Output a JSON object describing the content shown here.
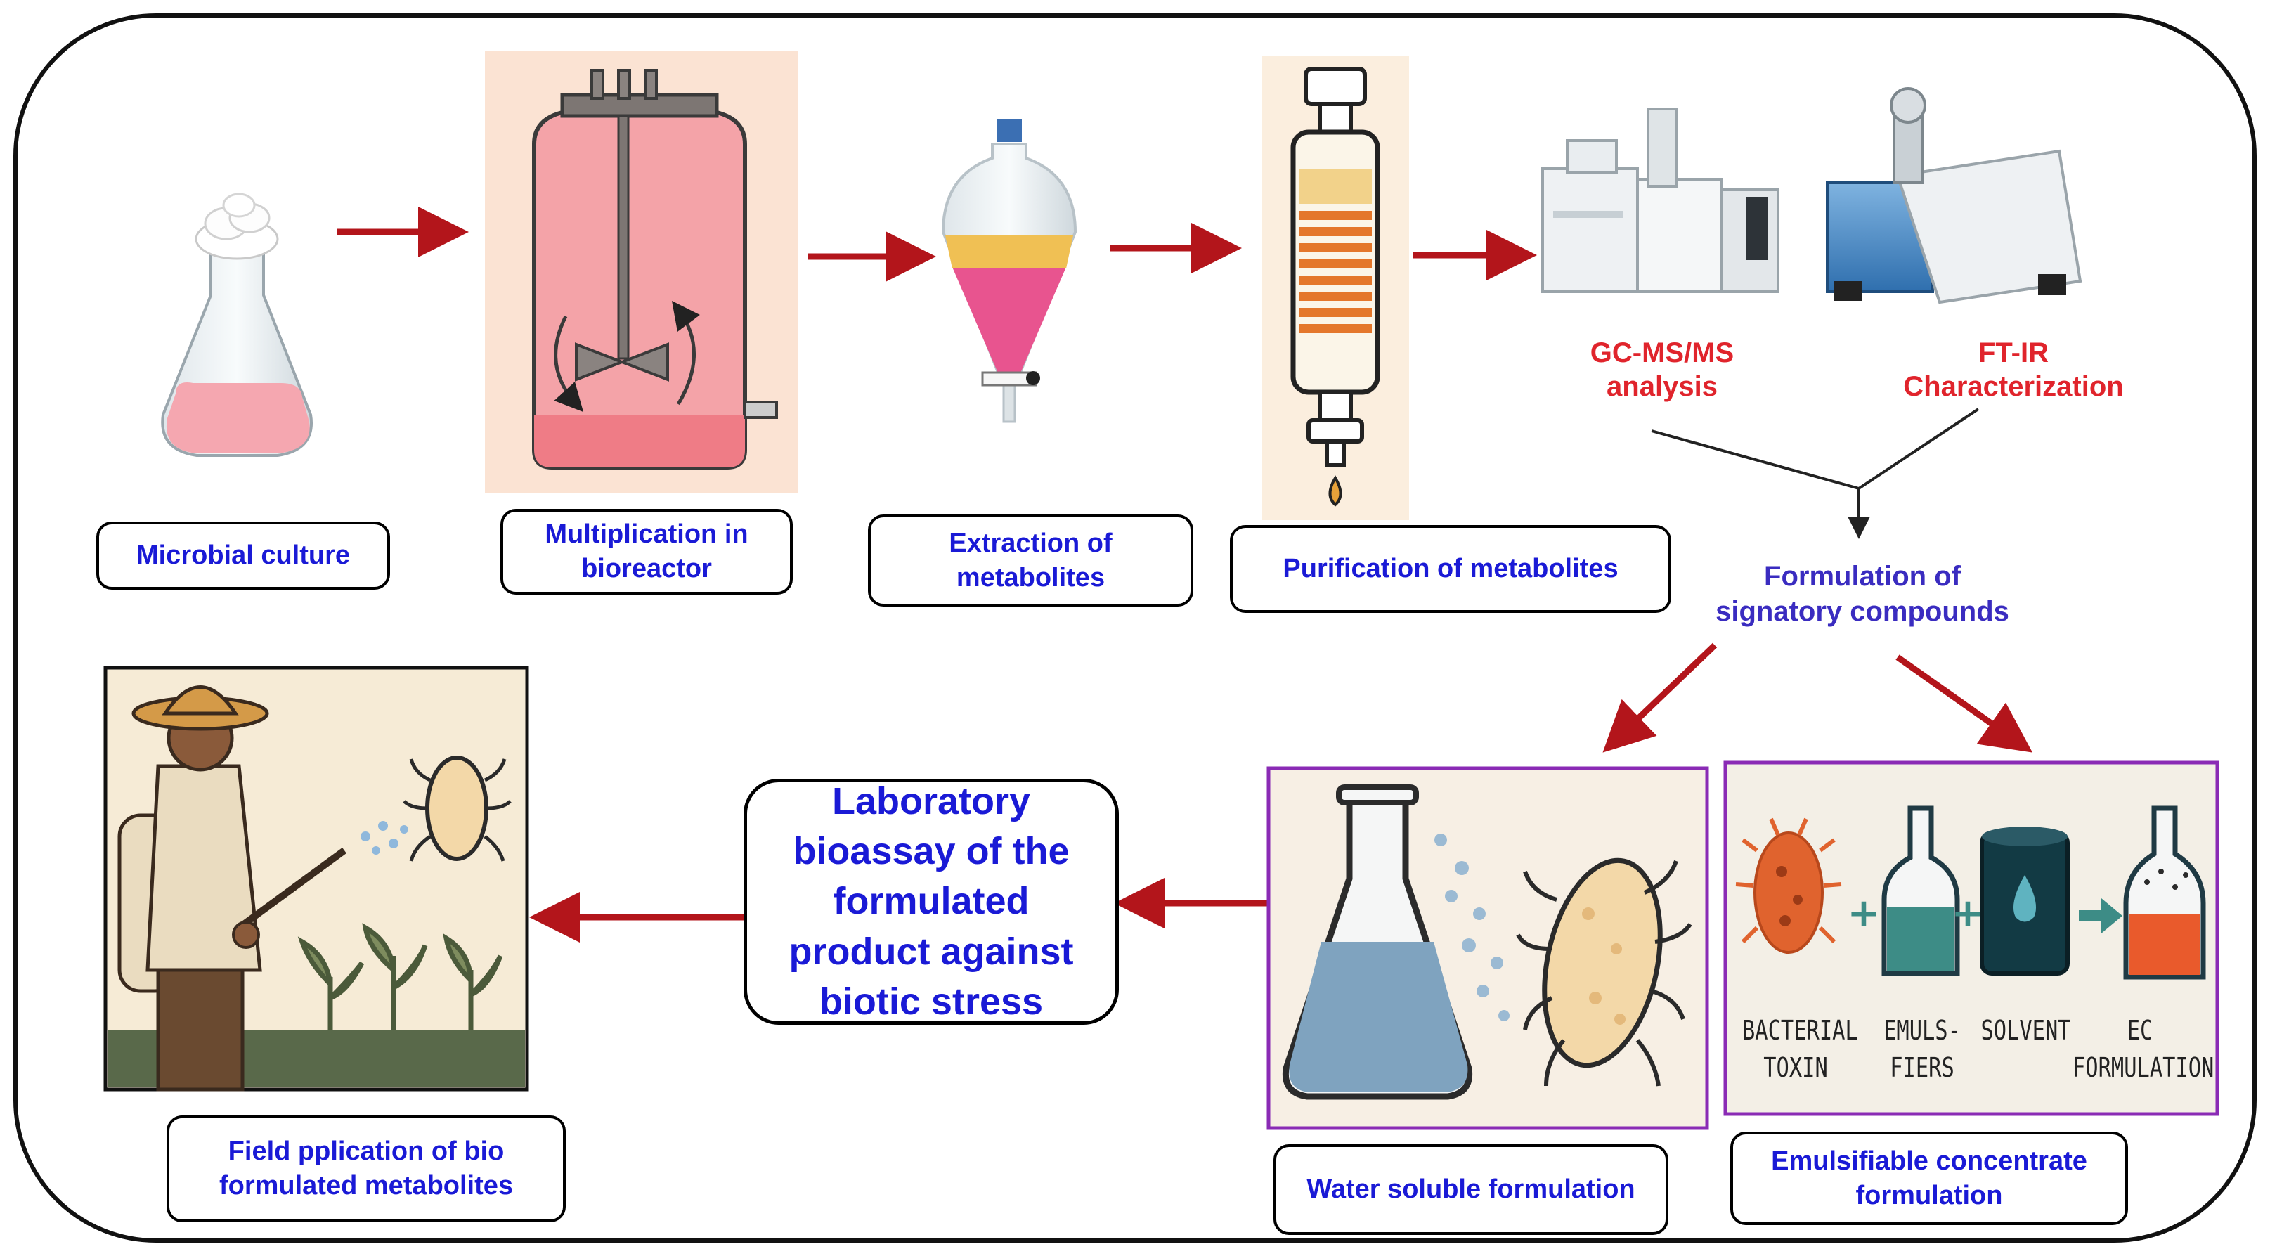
{
  "steps": {
    "microbial_culture": "Microbial culture",
    "bioreactor": [
      "Multiplication in",
      "bioreactor"
    ],
    "extraction": [
      "Extraction of",
      "metabolites"
    ],
    "purification": "Purification of metabolites",
    "formulation": [
      "Formulation of",
      "signatory compounds"
    ],
    "water_soluble": "Water soluble formulation",
    "emulsifiable": [
      "Emulsifiable concentrate",
      "formulation"
    ],
    "bioassay": [
      "Laboratory",
      "bioassay of the",
      "formulated",
      "product against",
      "biotic stress"
    ],
    "field": [
      "Field pplication of bio",
      "formulated metabolites"
    ]
  },
  "instruments": {
    "gcms": [
      "GC-MS/MS",
      "analysis"
    ],
    "ftir": [
      "FT-IR",
      "Characterization"
    ]
  },
  "ec_panel": {
    "bacterial_toxin": [
      "BACTERIAL",
      "TOXIN"
    ],
    "emulsifiers": [
      "EMULS-",
      "FIERS"
    ],
    "solvent": "SOLVENT",
    "ec_formulation": [
      "EC",
      "FORMULATION"
    ]
  },
  "colors": {
    "arrow": "#b3151b",
    "label_text": "#1a1ad6",
    "instrument_text": "#e0242c",
    "formulation_text": "#3a2cc0",
    "panel_border": "#8a2bb5"
  }
}
